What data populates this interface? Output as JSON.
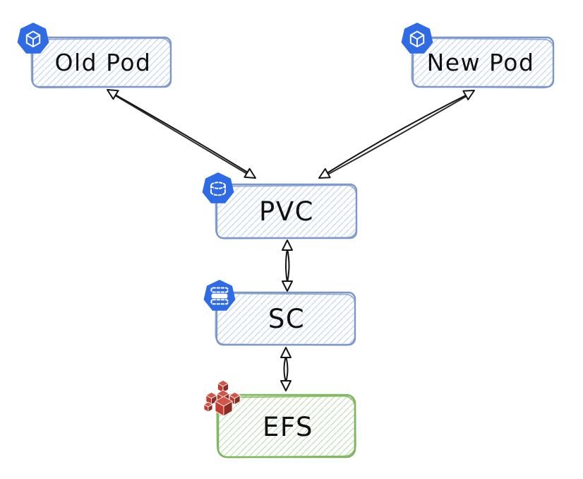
{
  "diagram": {
    "kind": "kubernetes-storage-architecture-sketch",
    "nodes": [
      {
        "id": "old-pod",
        "label": "Old Pod",
        "icon": "pod-icon",
        "platform": "kubernetes",
        "box_stroke": "#7d97c8",
        "box_hatch": "#c3d4f0"
      },
      {
        "id": "new-pod",
        "label": "New Pod",
        "icon": "pod-icon",
        "platform": "kubernetes",
        "box_stroke": "#7d97c8",
        "box_hatch": "#c3d4f0"
      },
      {
        "id": "pvc",
        "label": "PVC",
        "icon": "persistent-volume-claim-icon",
        "platform": "kubernetes",
        "box_stroke": "#7d97c8",
        "box_hatch": "#c3d4f0"
      },
      {
        "id": "sc",
        "label": "SC",
        "icon": "storage-class-icon",
        "platform": "kubernetes",
        "box_stroke": "#7d97c8",
        "box_hatch": "#c3d4f0"
      },
      {
        "id": "efs",
        "label": "EFS",
        "icon": "aws-efs-icon",
        "platform": "aws",
        "box_stroke": "#7cb55c",
        "box_hatch": "#c0ddb0"
      }
    ],
    "edges": [
      {
        "from": "old-pod",
        "to": "pvc",
        "bidirectional": true
      },
      {
        "from": "new-pod",
        "to": "pvc",
        "bidirectional": true
      },
      {
        "from": "pvc",
        "to": "sc",
        "bidirectional": true
      },
      {
        "from": "sc",
        "to": "efs",
        "bidirectional": true
      }
    ],
    "colors": {
      "kubernetes_icon_blue": "#2e6be4",
      "efs_icon_red": "#c23d31",
      "arrow": "#141414",
      "background": "#ffffff"
    }
  }
}
